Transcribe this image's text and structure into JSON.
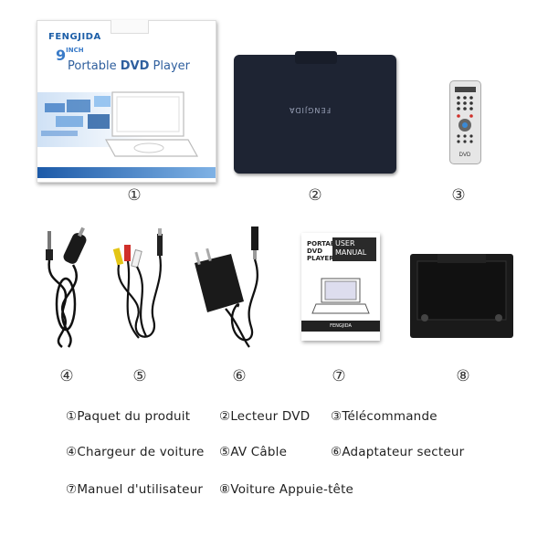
{
  "box": {
    "brand": "FENGJIDA",
    "inch_number": "9",
    "inch_label": "INCH",
    "title_prefix": "Portable ",
    "title_bold": "DVD",
    "title_suffix": " Player"
  },
  "player": {
    "logo": "FENGJIDA"
  },
  "manual": {
    "header_line1": "USER",
    "header_line2": "MANUAL",
    "side_title": "PORTABLE DVD PLAYER",
    "brand": "FENGJIDA"
  },
  "remote": {
    "label": "DVD"
  },
  "markers": [
    "①",
    "②",
    "③",
    "④",
    "⑤",
    "⑥",
    "⑦",
    "⑧"
  ],
  "legend": [
    {
      "num": "①",
      "text": "Paquet du produit"
    },
    {
      "num": "②",
      "text": "Lecteur DVD"
    },
    {
      "num": "③",
      "text": "Télécommande"
    },
    {
      "num": "④",
      "text": "Chargeur de voiture"
    },
    {
      "num": "⑤",
      "text": "AV Câble"
    },
    {
      "num": "⑥",
      "text": "Adaptateur secteur"
    },
    {
      "num": "⑦",
      "text": "Manuel d'utilisateur"
    },
    {
      "num": "⑧",
      "text": "Voiture Appuie-tête"
    }
  ],
  "colors": {
    "brand_blue": "#1d5fa8",
    "player_body": "#1e2433",
    "accent_red": "#d0302a"
  }
}
